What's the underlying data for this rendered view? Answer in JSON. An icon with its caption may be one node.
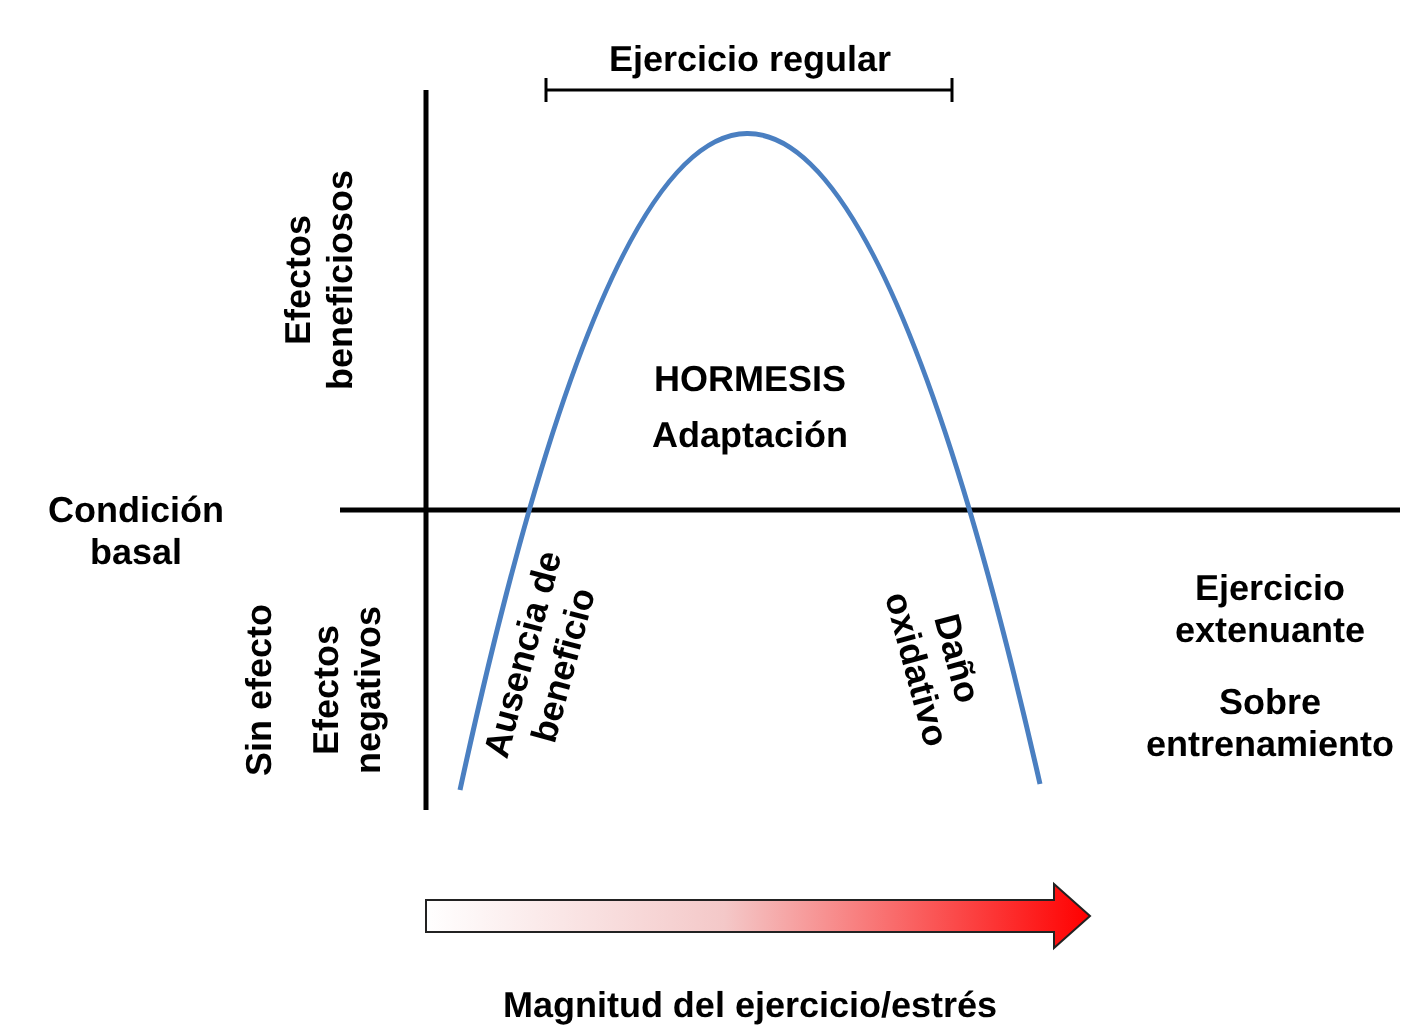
{
  "diagram": {
    "labels": [
      "Ejercicio regular",
      "Efectos beneficiosos",
      "HORMESIS",
      "Adaptación",
      "Condición basal",
      "Ausencia de beneficio",
      "Daño oxidativo",
      "Ejercicio extenuante",
      "Sobre entrenamiento",
      "Sin efecto",
      "Efectos negativos",
      "Magnitud del ejercicio/estrés"
    ]
  }
}
